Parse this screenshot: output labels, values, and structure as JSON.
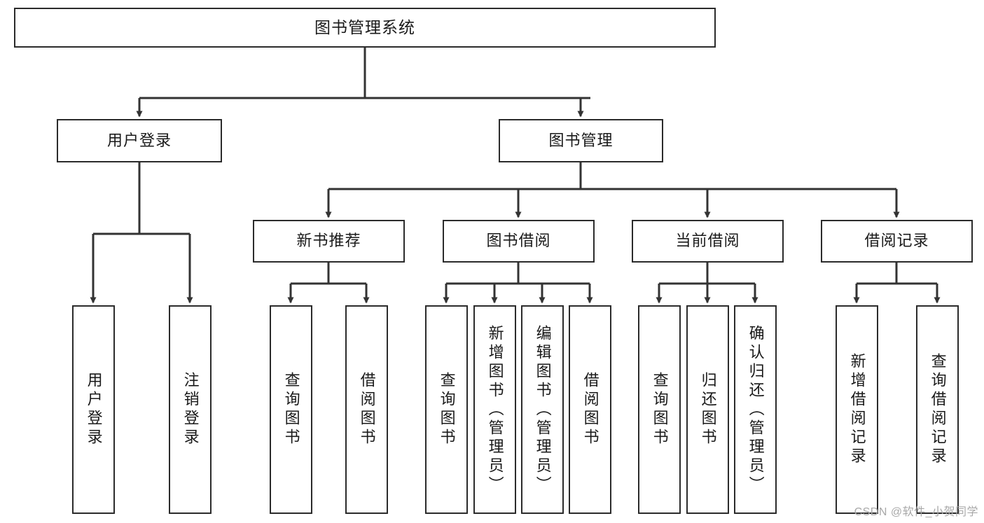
{
  "diagram": {
    "title": "图书管理系统",
    "type": "tree-hierarchy",
    "colors": {
      "border": "#2b2b2b",
      "background": "#ffffff",
      "text": "#1a1a1a",
      "edge": "#333333",
      "watermark": "#a8a8a8"
    },
    "root": {
      "label": "图书管理系统"
    },
    "level2": [
      {
        "label": "用户登录"
      },
      {
        "label": "图书管理"
      }
    ],
    "level3": [
      {
        "label": "新书推荐"
      },
      {
        "label": "图书借阅"
      },
      {
        "label": "当前借阅"
      },
      {
        "label": "借阅记录"
      }
    ],
    "leaves": {
      "user_login": [
        {
          "label": "用户登录"
        },
        {
          "label": "注销登录"
        }
      ],
      "new_book_recommend": [
        {
          "label": "查询图书"
        },
        {
          "label": "借阅图书"
        }
      ],
      "book_borrow": [
        {
          "label": "查询图书"
        },
        {
          "label": "新增图书（管理员）"
        },
        {
          "label": "编辑图书（管理员）"
        },
        {
          "label": "借阅图书"
        }
      ],
      "current_borrow": [
        {
          "label": "查询图书"
        },
        {
          "label": "归还图书"
        },
        {
          "label": "确认归还（管理员）"
        }
      ],
      "borrow_record": [
        {
          "label": "新增借阅记录"
        },
        {
          "label": "查询借阅记录"
        }
      ]
    }
  },
  "watermark": {
    "text": "CSDN @软件_小贺同学"
  }
}
